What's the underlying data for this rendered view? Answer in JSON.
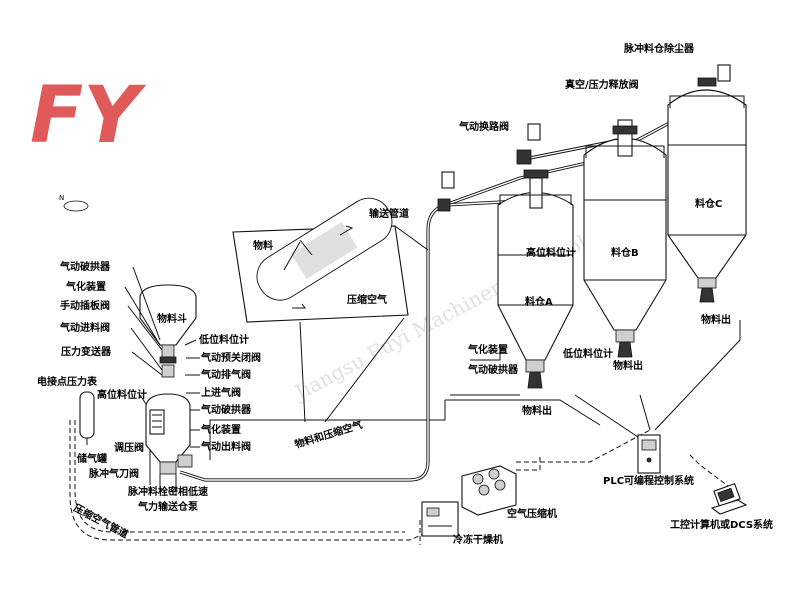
{
  "logo": {
    "text": "FY",
    "color": "#e05a5a"
  },
  "compass": {
    "north_label": "N"
  },
  "watermark": "Jiangsu Fuyi Machinery Technology Co., Ltd",
  "labels": {
    "dust_collector": "脉冲料仓除尘器",
    "vacuum_valve": "真空/压力释放阀",
    "switch_valve": "气动换路阀",
    "pipeline": "输送管道",
    "material": "物料",
    "compressed_air": "压缩空气",
    "high_level_a": "高位料位计",
    "silo_a": "料仓A",
    "silo_b": "料仓B",
    "silo_c": "料仓C",
    "outlet_c": "物料出",
    "outlet_b": "物料出",
    "outlet_a": "物料出",
    "gasify_a": "气化装置",
    "breaker_a": "气动破拱器",
    "low_level_a": "低位料位计",
    "left_breaker": "气动破拱器",
    "left_gasify": "气化装置",
    "manual_gate": "手动插板阀",
    "feed_valve": "气动进料阀",
    "transmitter": "压力变送器",
    "pressure_gauge": "电接点压力表",
    "high_level_pump": "高位料位计",
    "hopper": "物料斗",
    "low_level_pump": "低位料位计",
    "preclose_valve": "气动预关闭阀",
    "exhaust_valve": "气动排气阀",
    "upper_inlet": "上进气阀",
    "pump_breaker": "气动破拱器",
    "pump_gasify": "气化装置",
    "discharge_valve": "气动出料阀",
    "regulator": "调压阀",
    "air_tank": "储气罐",
    "knife_valve": "脉冲气刀阀",
    "pump_name_1": "脉冲料栓密相低速",
    "pump_name_2": "气力输送仓泵",
    "material_air": "物料和压缩空气",
    "air_pipeline": "压缩空气管道",
    "plc": "PLC可编程控制系统",
    "compressor": "空气压缩机",
    "dryer": "冷冻干燥机",
    "dcs": "工控计算机或DCS系统"
  }
}
